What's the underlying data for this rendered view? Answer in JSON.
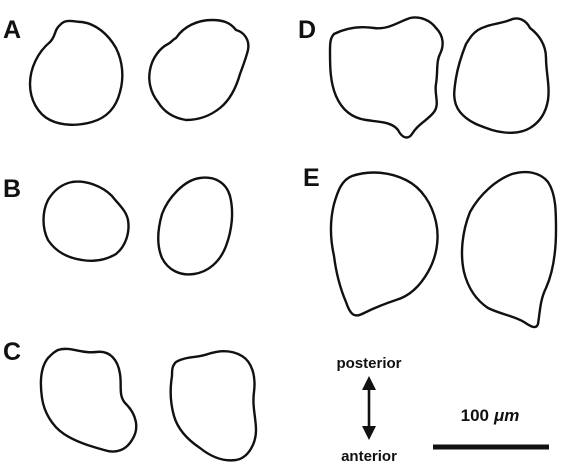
{
  "panels": [
    {
      "letter": "A"
    },
    {
      "letter": "B"
    },
    {
      "letter": "C"
    },
    {
      "letter": "D"
    },
    {
      "letter": "E"
    }
  ],
  "orientation": {
    "top_label": "posterior",
    "bottom_label": "anterior"
  },
  "scale_bar": {
    "value": "100",
    "unit": "μm"
  },
  "colors": {
    "ink": "#111111",
    "background": "#ffffff"
  }
}
